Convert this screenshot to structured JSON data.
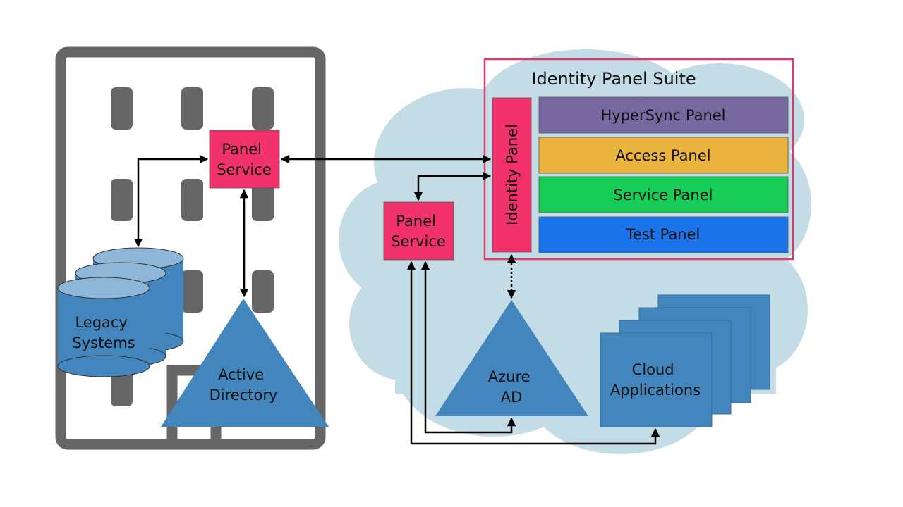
{
  "colors": {
    "building": "#666666",
    "cloud": "#c3dce6",
    "shape_blue": "#4286bd",
    "db_top": "#8db6d8",
    "service_pink": "#f0316a",
    "suite_border": "#e8336b",
    "hypersync": "#7868a0",
    "access": "#eab43f",
    "service_panel": "#17cd58",
    "test_panel": "#1a73e8",
    "arrow": "#000000"
  },
  "on_premises": {
    "panel_service": [
      "Panel",
      "Service"
    ],
    "legacy_systems": [
      "Legacy",
      "Systems"
    ],
    "active_directory": [
      "Active",
      "Directory"
    ]
  },
  "cloud": {
    "panel_service": [
      "Panel",
      "Service"
    ],
    "azure_ad": [
      "Azure",
      "AD"
    ],
    "cloud_applications": [
      "Cloud",
      "Applications"
    ]
  },
  "suite": {
    "title": "Identity Panel Suite",
    "identity_panel": "Identity Panel",
    "panels": [
      "HyperSync Panel",
      "Access Panel",
      "Service Panel",
      "Test Panel"
    ]
  },
  "icons": {
    "building": "building-icon",
    "database": "database-icon",
    "cloud": "cloud-icon"
  }
}
